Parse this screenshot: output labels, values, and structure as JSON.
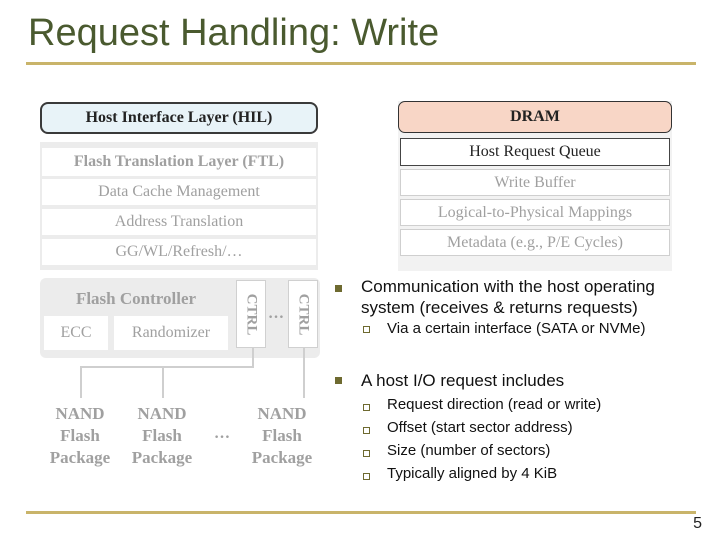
{
  "slide": {
    "title": "Request Handling: Write",
    "page_number": "5"
  },
  "diagram": {
    "hil": "Host Interface Layer (HIL)",
    "ftl": {
      "title": "Flash Translation Layer (FTL)",
      "rows": [
        "Data Cache Management",
        "Address Translation",
        "GG/WL/Refresh/…"
      ]
    },
    "dram": {
      "title": "DRAM",
      "highlight": "Host Request Queue",
      "items": [
        "Write Buffer",
        "Logical-to-Physical Mappings",
        "Metadata (e.g., P/E Cycles)"
      ]
    },
    "flash_controller": {
      "title": "Flash Controller",
      "ecc": "ECC",
      "randomizer": "Randomizer",
      "ctrl": "CTRL",
      "dots": "…"
    },
    "nand": {
      "line1": "NAND",
      "line2": "Flash",
      "line3": "Package",
      "dots": "…"
    }
  },
  "bullets": [
    {
      "text_line1": "Communication with the host operating",
      "text_line2": "system (receives & returns requests)",
      "sub": [
        "Via a certain interface (SATA or NVMe)"
      ]
    },
    {
      "text_line1": "A host I/O request includes",
      "sub": [
        "Request direction (read or write)",
        "Offset (start sector address)",
        "Size (number of sectors)",
        "Typically aligned by 4 KiB"
      ]
    }
  ]
}
